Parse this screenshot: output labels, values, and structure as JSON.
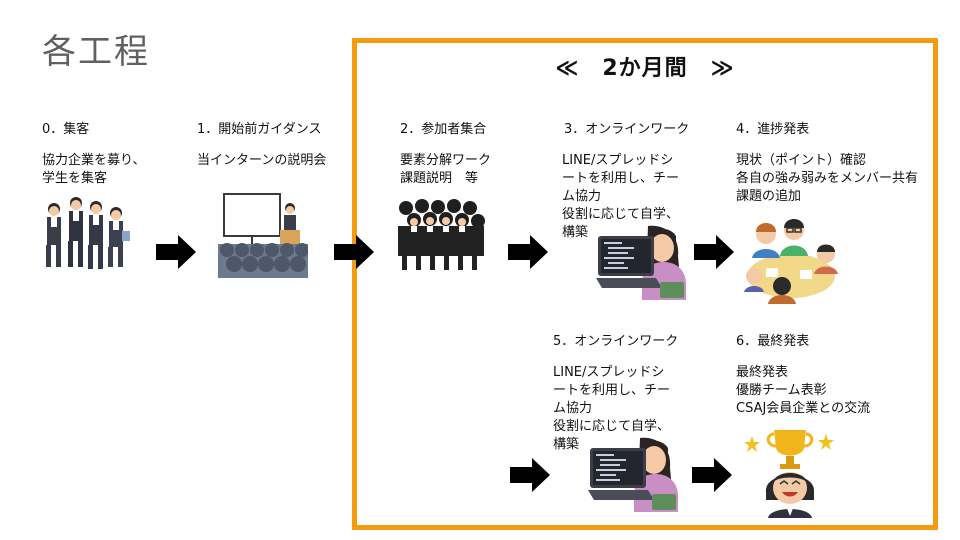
{
  "title": "各工程",
  "period_label": "≪　2か月間　≫",
  "steps": [
    {
      "title": "0．集客",
      "desc": [
        "協力企業を募り、",
        "学生を集客"
      ],
      "icon": "business-people-running-illustration"
    },
    {
      "title": "1．開始前ガイダンス",
      "desc": [
        "当インターンの説明会"
      ],
      "icon": "presentation-seminar-illustration"
    },
    {
      "title": "2．参加者集合",
      "desc": [
        "要素分解ワーク",
        "課題説明　等"
      ],
      "icon": "students-group-illustration"
    },
    {
      "title": "3．オンラインワーク",
      "desc": [
        "LINE/スプレッドシ",
        "ートを利用し、チー",
        "ム協力",
        "役割に応じて自学、",
        "構築"
      ],
      "icon": "woman-laptop-coding-illustration"
    },
    {
      "title": "4．進捗発表",
      "desc": [
        "現状（ポイント）確認",
        "各自の強み弱みをメンバー共有",
        "課題の追加"
      ],
      "icon": "team-meeting-illustration"
    },
    {
      "title": "5．オンラインワーク",
      "desc": [
        "LINE/スプレッドシ",
        "ートを利用し、チー",
        "ム協力",
        "役割に応じて自学、",
        "構築"
      ],
      "icon": "woman-laptop-coding-illustration"
    },
    {
      "title": "6．最終発表",
      "desc": [
        "最終発表",
        "優勝チーム表彰",
        "CSAJ会員企業との交流"
      ],
      "icon": "trophy-winner-illustration"
    }
  ],
  "colors": {
    "frame": "#f39c12",
    "title": "#606060",
    "arrow": "#000000"
  }
}
